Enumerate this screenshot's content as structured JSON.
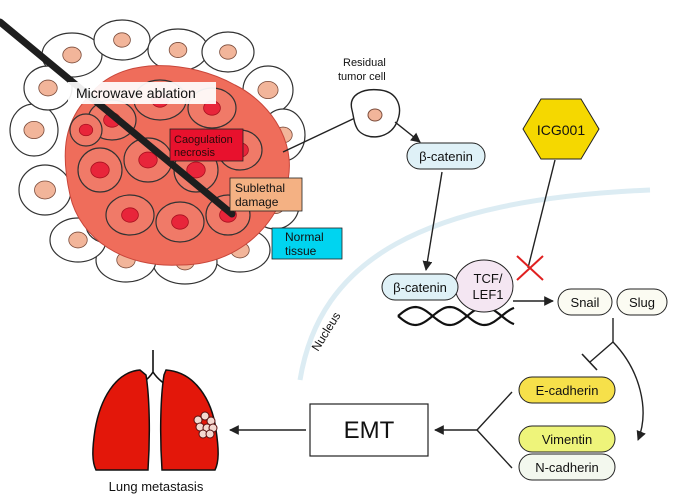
{
  "labels": {
    "microwave_ablation": "Microwave ablation",
    "coagulation_necrosis_line1": "Caogulation",
    "coagulation_necrosis_line2": "necrosis",
    "sublethal_line1": "Sublethal",
    "sublethal_line2": "damage",
    "normal_line1": "Normal",
    "normal_line2": "tissue",
    "residual_line1": "Residual",
    "residual_line2": "tumor cell",
    "beta_catenin_cyto": "β-catenin",
    "beta_catenin_nuc": "β-catenin",
    "tcf_line1": "TCF/",
    "tcf_line2": "LEF1",
    "icg001": "ICG001",
    "snail": "Snail",
    "slug": "Slug",
    "e_cadherin": "E-cadherin",
    "vimentin": "Vimentin",
    "n_cadherin": "N-cadherin",
    "emt": "EMT",
    "nucleus": "Nucleus",
    "lung_metastasis": "Lung metastasis"
  },
  "colors": {
    "coagulation": "#e8112d",
    "sublethal": "#f4b183",
    "normal": "#00d4f0",
    "tumor_core": "#ef6d5b",
    "tumor_cell_nucleus": "#e8253a",
    "normal_cell_nucleus": "#f2b59a",
    "icg001": "#f5d800",
    "lung": "#e3170a",
    "beta_catenin": "#dff1f7",
    "tcf": "#f4e6f2",
    "e_cadherin": "#f6e04a",
    "vimentin": "#eef47a",
    "inhibit": "#e02020"
  }
}
